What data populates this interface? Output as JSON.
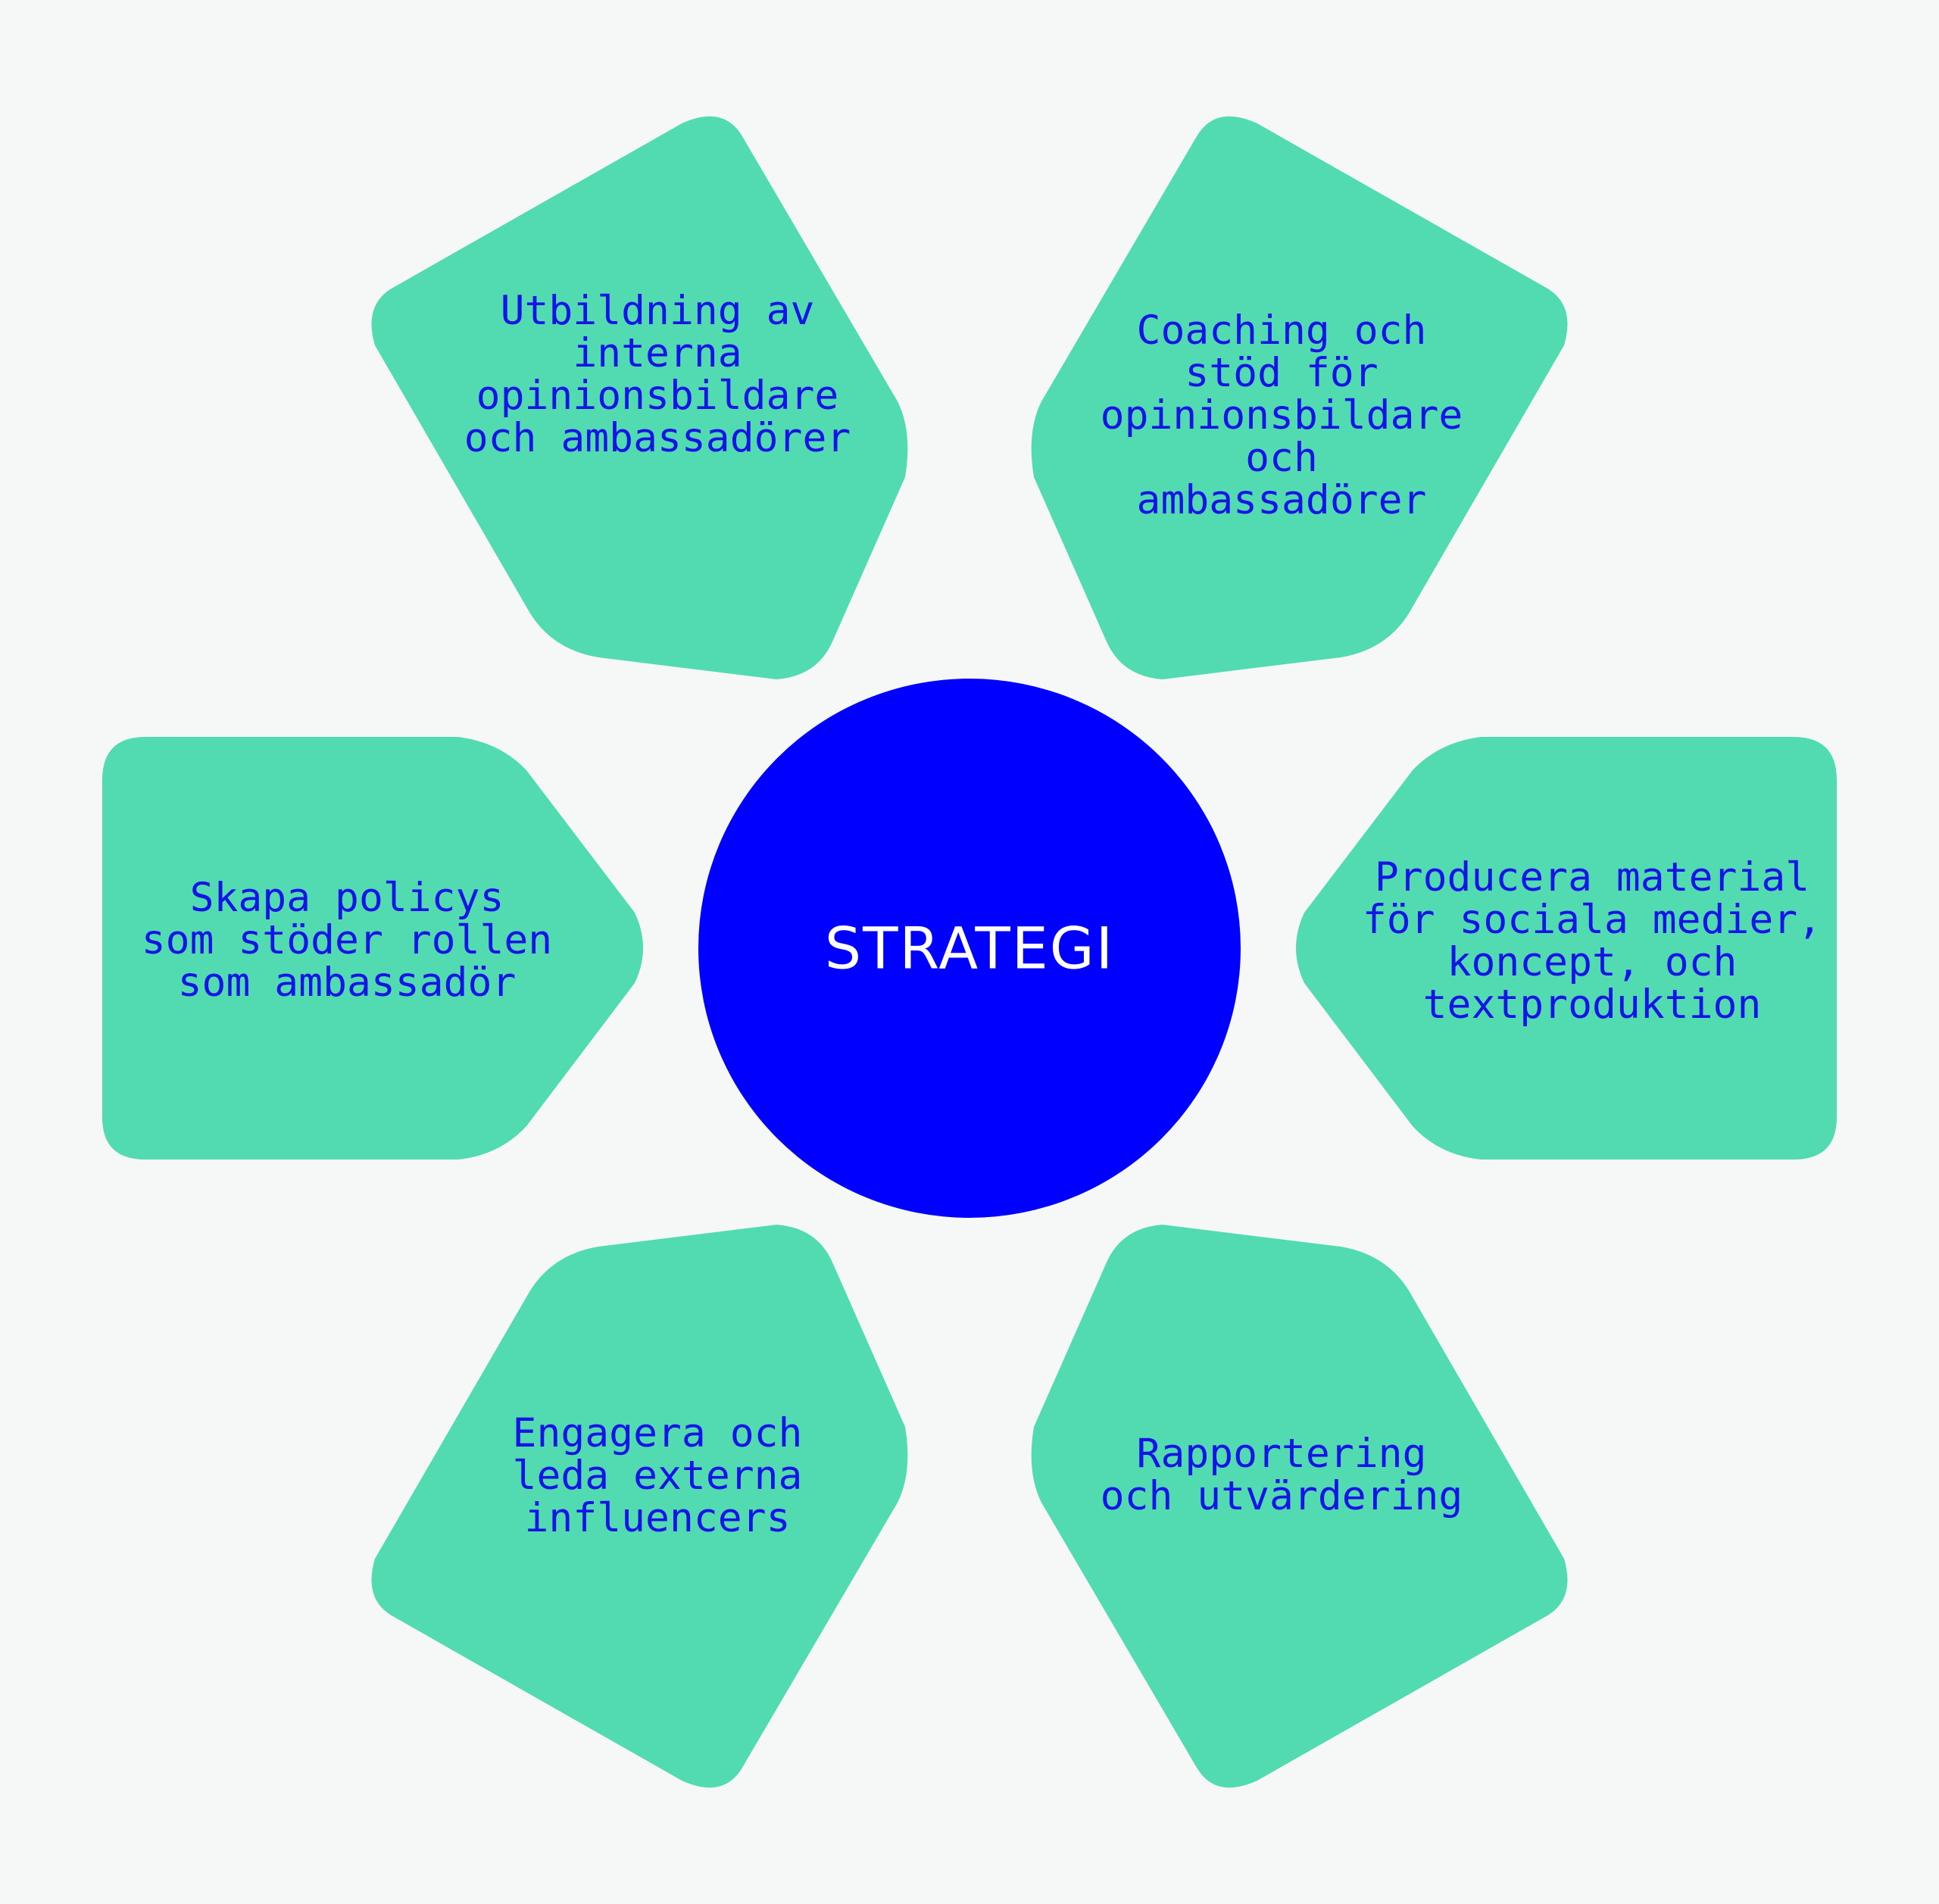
{
  "colors": {
    "background": "#f6f8f7",
    "petal_fill": "#52dbb0",
    "petal_text": "#1414e6",
    "center_fill": "#0000ff",
    "center_text": "#ffffff"
  },
  "center": {
    "label": "STRATEGI"
  },
  "petals": [
    {
      "id": "top-left",
      "lines": [
        "Utbildning av",
        "interna",
        "opinionsbildare",
        "och ambassadörer"
      ]
    },
    {
      "id": "top-right",
      "lines": [
        "Coaching och",
        "stöd för",
        "opinionsbildare",
        "och",
        "ambassadörer"
      ]
    },
    {
      "id": "middle-left",
      "lines": [
        "Skapa policys",
        "som stöder rollen",
        "som ambassadör"
      ]
    },
    {
      "id": "middle-right",
      "lines": [
        "Producera material",
        "för sociala medier,",
        "koncept, och",
        "textproduktion"
      ]
    },
    {
      "id": "bottom-left",
      "lines": [
        "Engagera och",
        "leda externa",
        "influencers"
      ]
    },
    {
      "id": "bottom-right",
      "lines": [
        "Rapportering",
        "och utvärdering"
      ]
    }
  ]
}
